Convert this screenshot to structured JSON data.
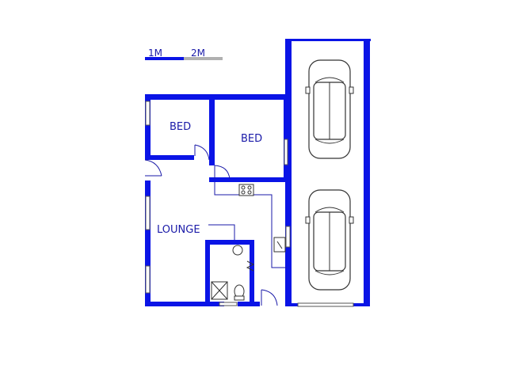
{
  "scale_bar": {
    "label_1": "1M",
    "label_2": "2M"
  },
  "rooms": {
    "bed_1": "BED",
    "bed_2": "BED",
    "lounge": "LOUNGE"
  },
  "colors": {
    "wall": "#0a14e6",
    "label": "#1a1aa8",
    "scale_left": "#0a14e6",
    "scale_right": "#b0b0b0"
  }
}
